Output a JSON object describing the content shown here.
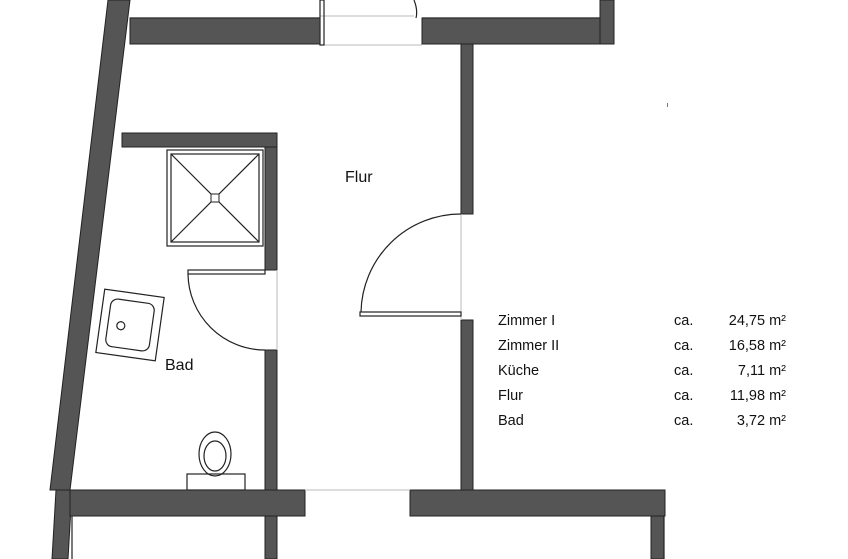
{
  "rooms": {
    "flur_label": "Flur",
    "bad_label": "Bad"
  },
  "area_table": [
    {
      "room": "Zimmer I",
      "prefix": "ca.",
      "area": "24,75 m²"
    },
    {
      "room": "Zimmer II",
      "prefix": "ca.",
      "area": "16,58 m²"
    },
    {
      "room": "Küche",
      "prefix": "ca.",
      "area": "7,11 m²"
    },
    {
      "room": "Flur",
      "prefix": "ca.",
      "area": "11,98 m²"
    },
    {
      "room": "Bad",
      "prefix": "ca.",
      "area": "3,72 m²"
    }
  ],
  "colors": {
    "wall": "#555555",
    "line": "#222222"
  }
}
